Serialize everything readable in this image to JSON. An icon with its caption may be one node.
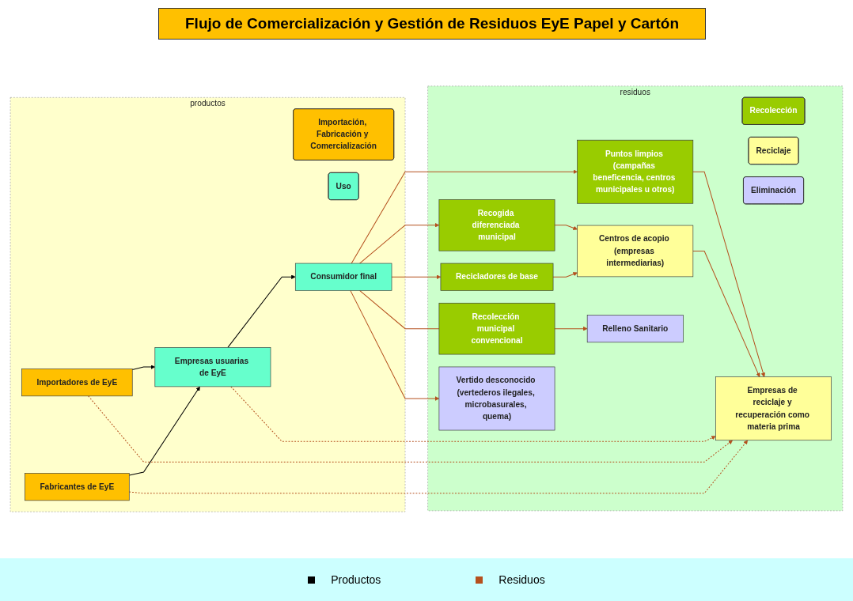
{
  "diagram": {
    "title": "Flujo de Comercialización y Gestión de Residuos EyE Papel y Cartón",
    "nodes": [
      {
        "text": [
          "productos"
        ]
      },
      {
        "text": [
          "Importación, Fabricación y Comercialización"
        ],
        "in": 0
      },
      {
        "text": [
          "Uso"
        ],
        "in": 0
      },
      {
        "text": [
          "Importadores de EyE"
        ],
        "in": 0
      },
      {
        "text": [
          "Fabricantes de EyE"
        ],
        "in": 0
      },
      {
        "text": [
          "Empresas usuarias de EyE"
        ],
        "in": 0
      },
      {
        "text": [
          "Consumidor final"
        ],
        "in": 0
      },
      {
        "text": [
          "residuos"
        ]
      },
      {
        "text": [
          "Recolección"
        ],
        "in": 7
      },
      {
        "text": [
          "Reciclaje"
        ],
        "in": 7
      },
      {
        "text": [
          "Eliminación"
        ],
        "in": 7
      },
      {
        "text": [
          "Puntos limpios (campañas beneficencia, centros municipales u otros)"
        ],
        "in": 7
      },
      {
        "text": [
          "Empresas de reciclaje y recuperación como materia prima"
        ],
        "in": 7
      },
      {
        "text": [
          "Centros de acopio (empresas intermediarias)"
        ],
        "in": 7
      },
      {
        "text": [
          "Recogida diferenciada municipal"
        ],
        "in": 7
      },
      {
        "text": [
          "Relleno Sanitario"
        ],
        "in": 7
      },
      {
        "text": [
          "Recicladores de base"
        ],
        "in": 7
      },
      {
        "text": [
          "Recolección municipal convencional"
        ],
        "in": 7
      },
      {
        "text": [
          "Vertido desconocido (vertederos ilegales, microbasurales, quema)"
        ],
        "in": 7
      }
    ],
    "edges": [
      {
        "from": 3,
        "to": 5,
        "arrow": "to",
        "color": "#000000"
      },
      {
        "from": 4,
        "to": 5,
        "arrow": "to",
        "color": "#000000"
      },
      {
        "from": 5,
        "to": 6,
        "arrow": "to",
        "color": "#000000"
      },
      {
        "from": 3,
        "to": 12,
        "arrow": "to",
        "style": "dashed"
      },
      {
        "from": 4,
        "to": 12,
        "arrow": "to",
        "style": "dashed"
      },
      {
        "from": 5,
        "to": 12,
        "arrow": "to",
        "style": "dashed"
      },
      {
        "from": 6,
        "to": 11,
        "arrow": "to"
      },
      {
        "from": 6,
        "to": 14,
        "arrow": "to"
      },
      {
        "from": 6,
        "to": 16,
        "arrow": "to"
      },
      {
        "from": 6,
        "to": 17,
        "arrow": "none"
      },
      {
        "from": 6,
        "to": 18,
        "arrow": "to"
      },
      {
        "from": 11,
        "to": 12,
        "arrow": "to"
      },
      {
        "from": 13,
        "to": 12,
        "arrow": "to"
      },
      {
        "from": 14,
        "to": 13,
        "arrow": "to"
      },
      {
        "from": 16,
        "to": 13,
        "arrow": "to"
      },
      {
        "from": 17,
        "to": 15,
        "arrow": "to"
      }
    ],
    "legend": [
      {
        "text": "Productos",
        "color": "#000000"
      },
      {
        "text": "Residuos",
        "color": "#b5501e"
      }
    ]
  }
}
